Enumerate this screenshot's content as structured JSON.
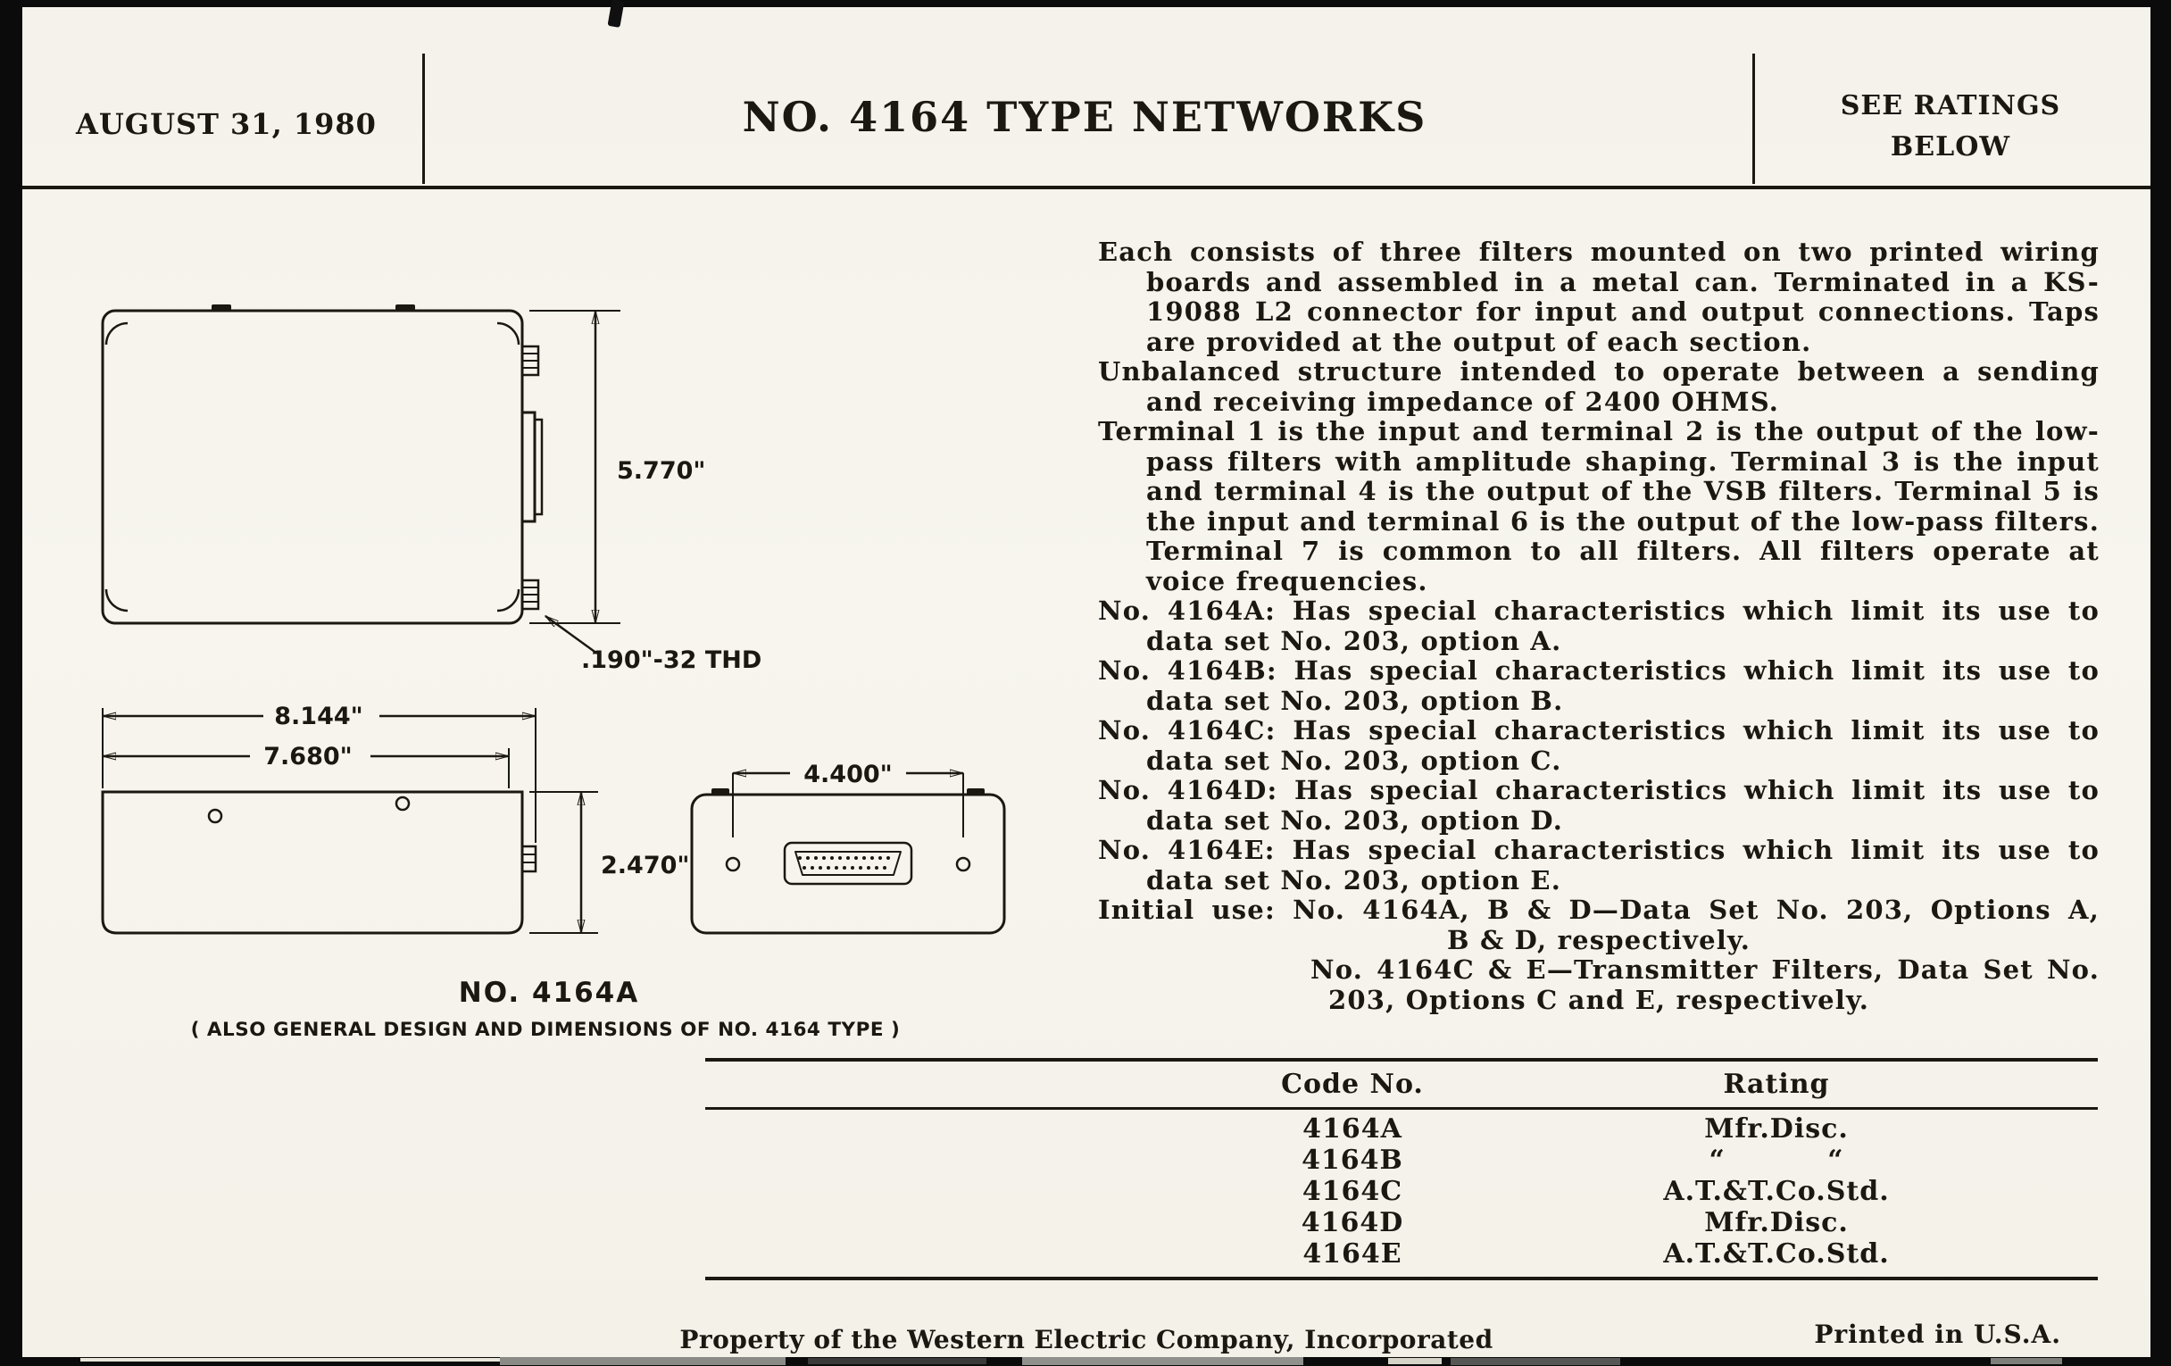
{
  "page": {
    "background": "#0b0b0b",
    "paper_color": "#f5f3ec",
    "ink_color": "#1b1812"
  },
  "header": {
    "date": "AUGUST 31, 1980",
    "title": "NO. 4164 TYPE NETWORKS",
    "ratings_note_line1": "SEE RATINGS",
    "ratings_note_line2": "BELOW"
  },
  "drawing": {
    "dim_height": "5.770\"",
    "thread_label": ".190\"-32 THD",
    "dim_width_outer": "8.144\"",
    "dim_width_inner": "7.680\"",
    "dim_side_height": "2.470\"",
    "dim_connector": "4.400\"",
    "caption": "NO. 4164A",
    "subcaption": "( ALSO GENERAL DESIGN AND DIMENSIONS OF NO. 4164 TYPE )"
  },
  "description": {
    "paragraphs": [
      "Each consists of three filters mounted on two printed wiring boards and assembled in a metal can.  Terminated in a KS-19088 L2 connector for input and output connections.  Taps are provided at the output of each section.",
      "Unbalanced structure intended to operate between a sending and receiving impedance of 2400 OHMS.",
      "Terminal 1 is the input and terminal 2 is the output of the low-pass filters with amplitude shaping.  Terminal 3 is the input and terminal 4 is the output of the VSB filters.  Terminal 5 is the input and terminal 6 is the output of the low-pass filters.  Terminal 7 is common to all filters.  All filters operate at voice frequencies.",
      "No. 4164A:  Has special characteristics which limit its use to data set No. 203, option A.",
      "No. 4164B:  Has special characteristics which limit its use to data set No. 203, option B.",
      "No. 4164C:  Has special characteristics which limit its use to data set No. 203, option C.",
      "No. 4164D:  Has special characteristics which limit its use to data set No. 203, option D.",
      "No. 4164E:  Has special characteristics which limit its use to data set No. 203, option E."
    ],
    "initial_use": {
      "line1": "Initial use:  No. 4164A, B & D—Data Set No. 203, Options A,",
      "line2": "B & D, respectively.",
      "line3": "No. 4164C & E—Transmitter Filters, Data Set No.",
      "line4": "203, Options C and E, respectively."
    }
  },
  "ratings_table": {
    "headers": [
      "Code No.",
      "Rating"
    ],
    "rows": [
      {
        "code": "4164A",
        "rating": "Mfr.Disc."
      },
      {
        "code": "4164B",
        "rating": "“          “"
      },
      {
        "code": "4164C",
        "rating": "A.T.&T.Co.Std."
      },
      {
        "code": "4164D",
        "rating": "Mfr.Disc."
      },
      {
        "code": "4164E",
        "rating": "A.T.&T.Co.Std."
      }
    ]
  },
  "footer": {
    "property": "Property of the Western Electric Company, Incorporated",
    "printed": "Printed in U.S.A."
  }
}
